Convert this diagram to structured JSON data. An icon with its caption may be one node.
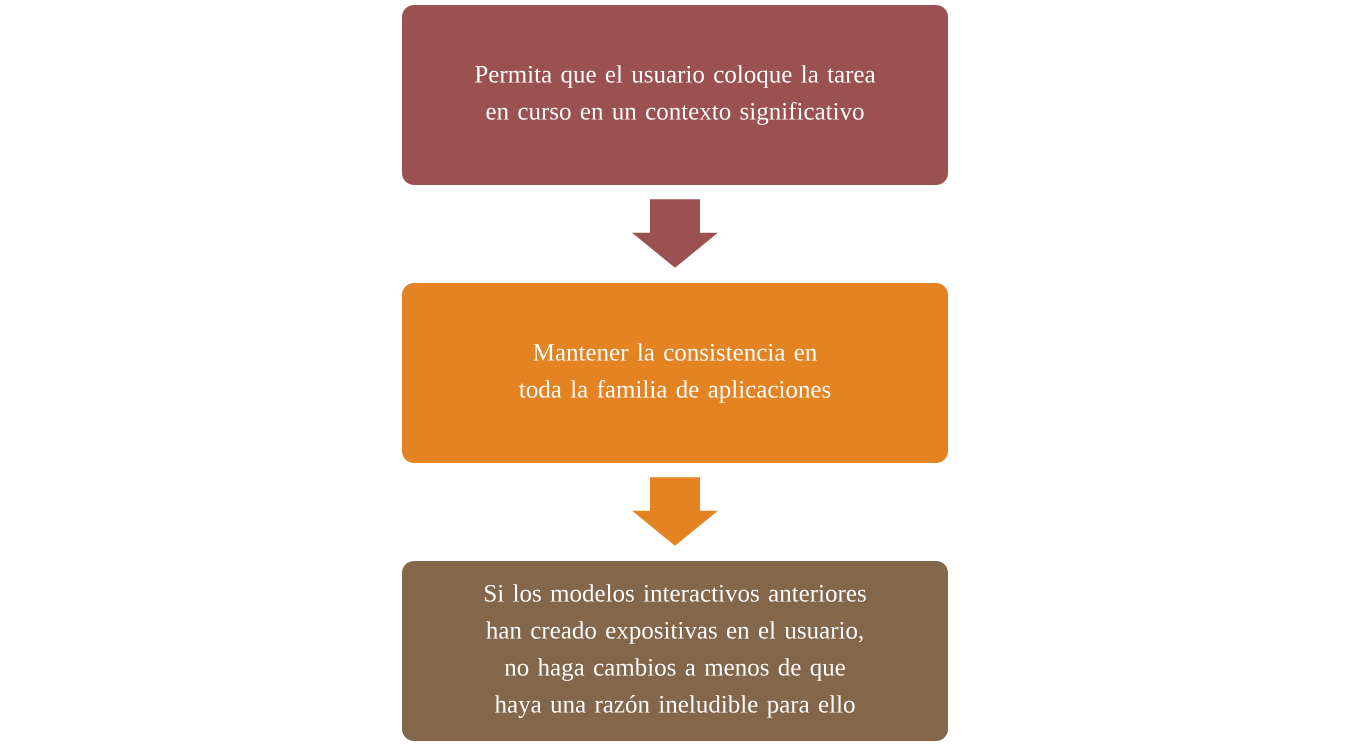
{
  "diagram": {
    "nodes": [
      {
        "text": [
          "Permita que el usuario coloque la tarea en curso en un contexto significativo"
        ]
      },
      {
        "text": [
          "Mantener la consistencia en toda la familia de aplicaciones"
        ]
      },
      {
        "text": [
          "Si los modelos interactivos anteriores han creado expositivas en el usuario, no haga cambios a menos de que haya una razón ineludible para ello"
        ]
      }
    ],
    "edges": [
      {
        "from": 0,
        "to": 1,
        "arrow": "to",
        "color": "#9b5052"
      },
      {
        "from": 1,
        "to": 2,
        "arrow": "to",
        "color": "#e48322"
      }
    ]
  }
}
